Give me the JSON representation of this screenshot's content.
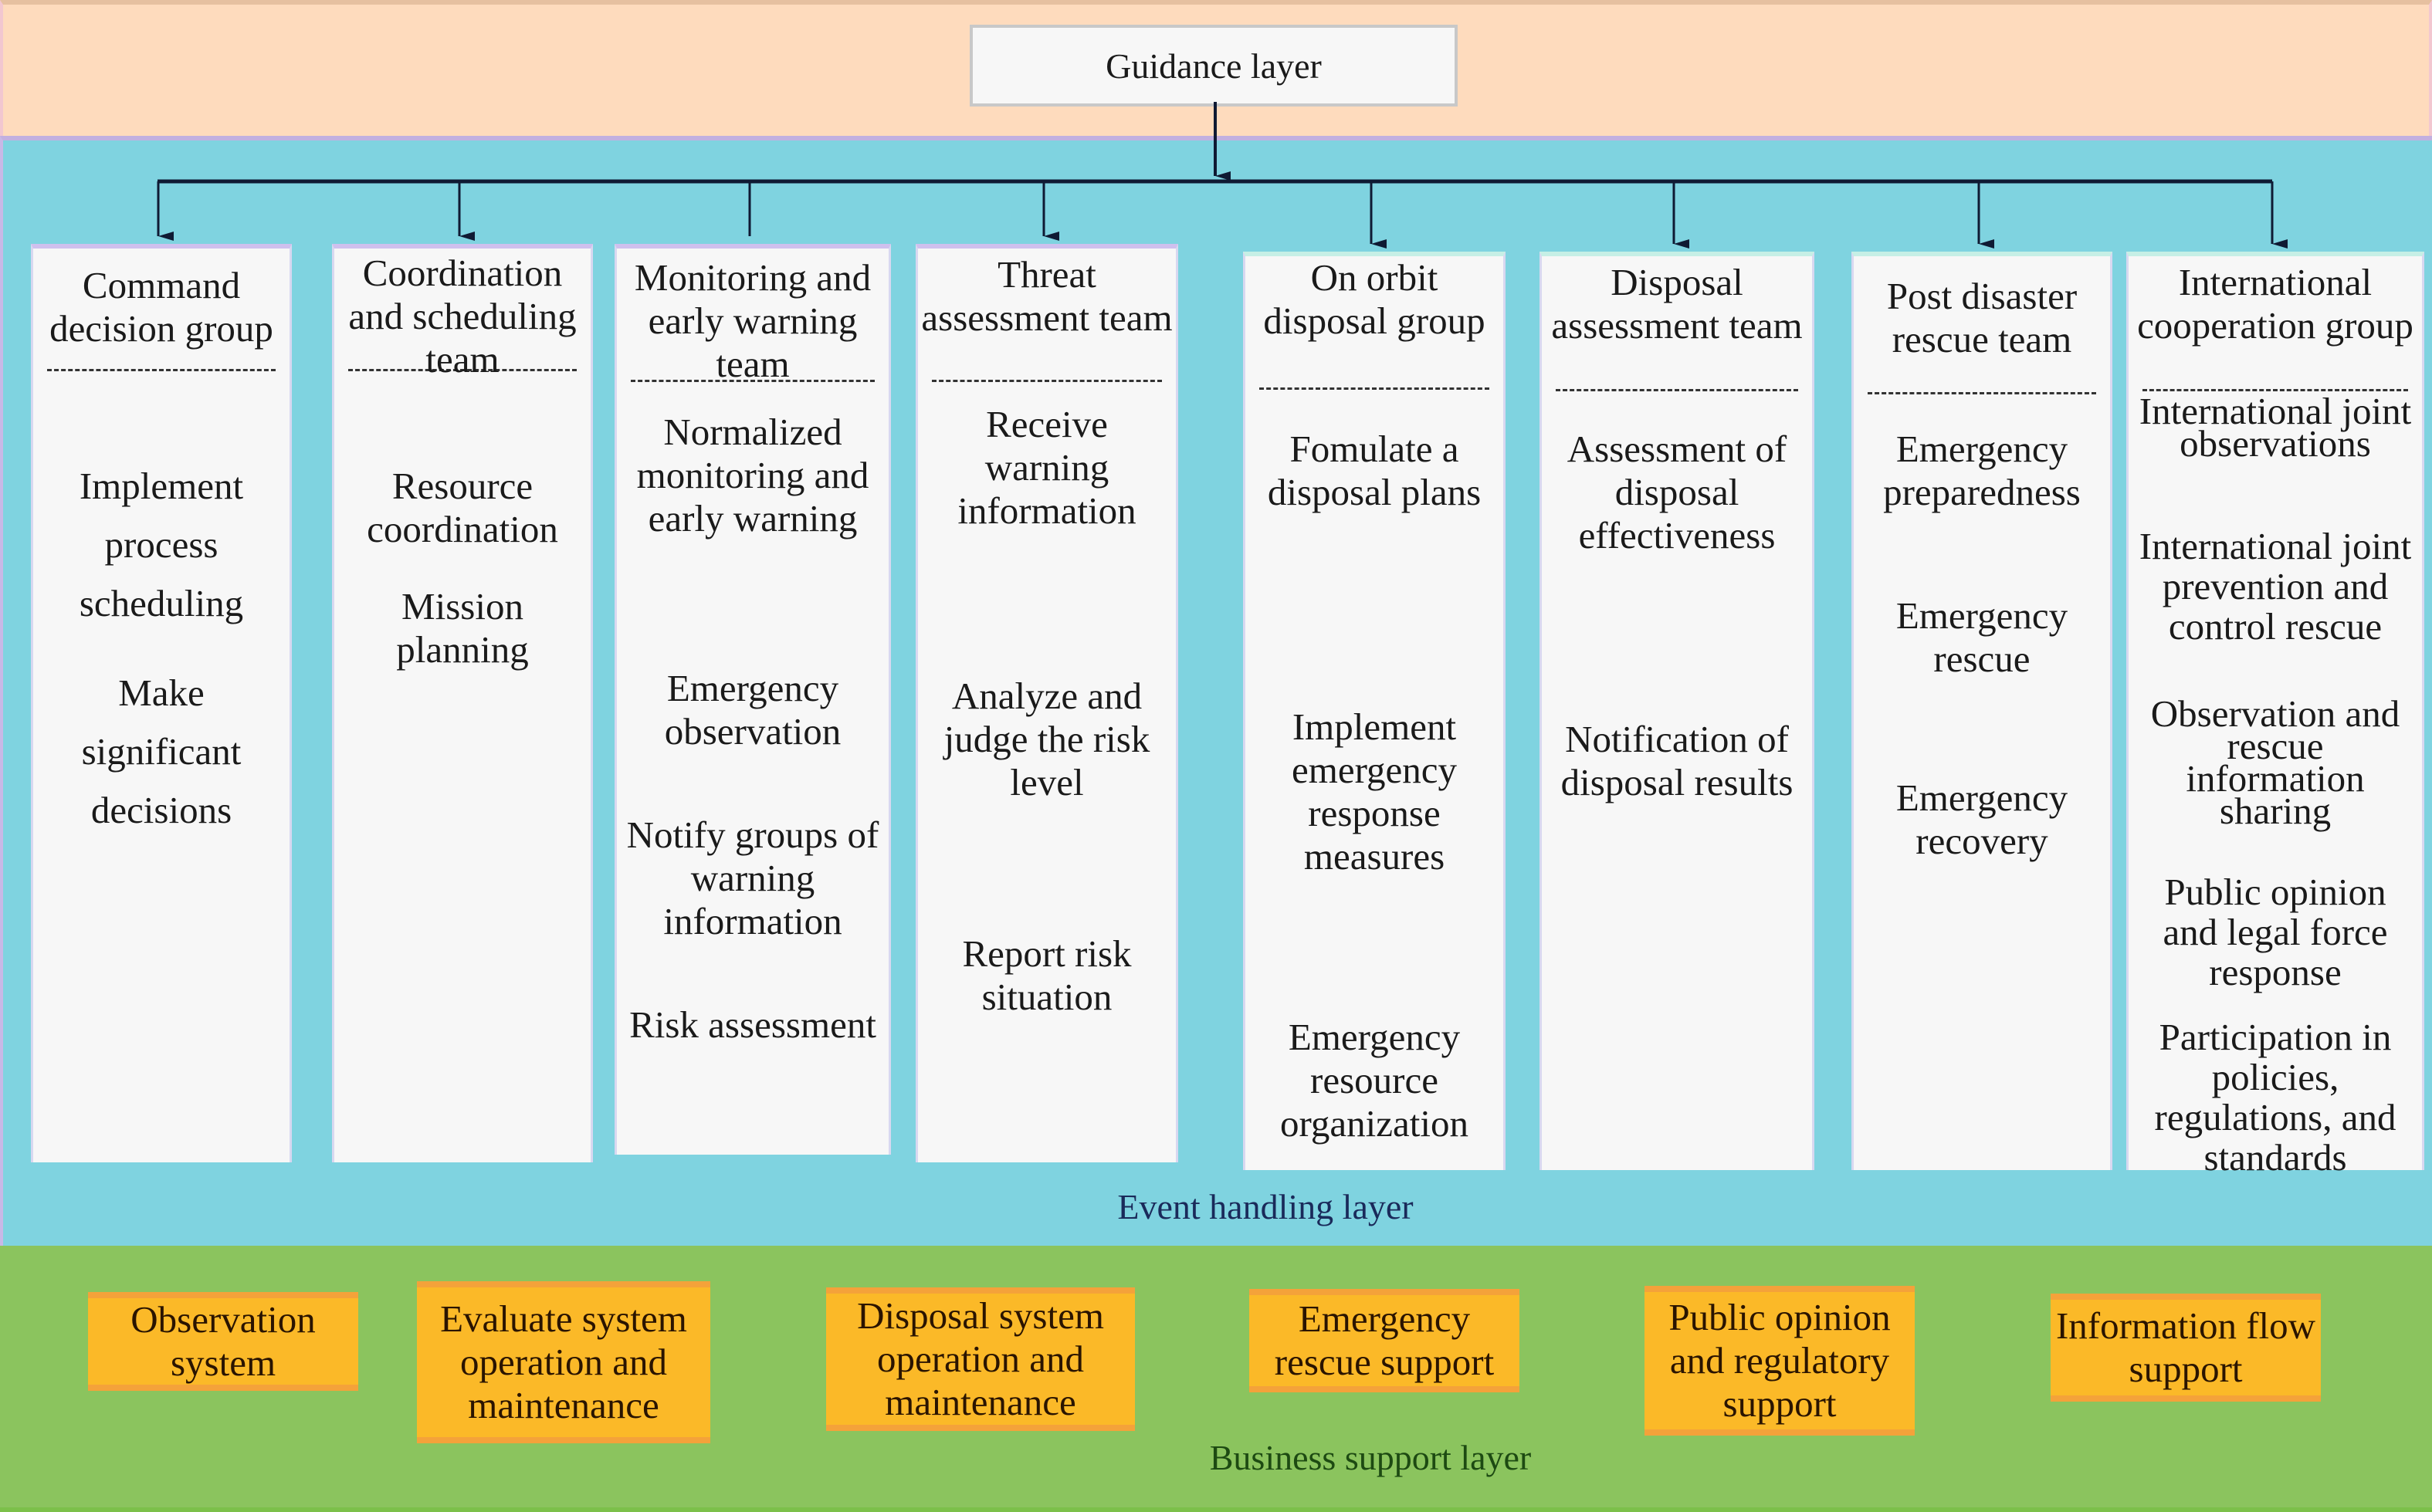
{
  "guidance_layer": {
    "title": "Guidance layer"
  },
  "event_layer": {
    "label": "Event handling layer",
    "columns": [
      {
        "title": "Command decision group",
        "items": [
          "Implement process scheduling",
          "Make significant decisions"
        ]
      },
      {
        "title": "Coordination and scheduling team",
        "items": [
          "Resource coordination",
          "Mission planning"
        ]
      },
      {
        "title": "Monitoring and early warning team",
        "items": [
          "Normalized monitoring and early warning",
          "Emergency observation",
          "Notify groups of warning information",
          "Risk assessment"
        ]
      },
      {
        "title": "Threat assessment team",
        "items": [
          "Receive warning information",
          "Analyze and judge the risk level",
          "Report risk situation"
        ]
      },
      {
        "title": "On orbit disposal group",
        "items": [
          "Fomulate a disposal plans",
          "Implement emergency response measures",
          "Emergency resource organization"
        ]
      },
      {
        "title": "Disposal assessment team",
        "items": [
          "Assessment of disposal effectiveness",
          "Notification of disposal results"
        ]
      },
      {
        "title": "Post disaster rescue team",
        "items": [
          "Emergency preparedness",
          "Emergency rescue",
          "Emergency recovery"
        ]
      },
      {
        "title": "International cooperation group",
        "items": [
          "International joint observations",
          "International joint prevention and control rescue",
          "Observation and rescue information sharing",
          "Public opinion and legal force response",
          "Participation in policies, regulations, and standards"
        ]
      }
    ]
  },
  "support_layer": {
    "label": "Business support layer",
    "boxes": [
      "Observation system",
      "Evaluate system operation and maintenance",
      "Disposal system operation and maintenance",
      "Emergency rescue support",
      "Public opinion and regulatory support",
      "Information flow support"
    ]
  },
  "colors": {
    "guidance_bg": "#fedbbd",
    "event_bg": "#7fd3e0",
    "support_bg": "#8bc45e",
    "support_box": "#fbb928",
    "column_bg": "#f7f7f7",
    "arrow": "#0f1a33"
  }
}
